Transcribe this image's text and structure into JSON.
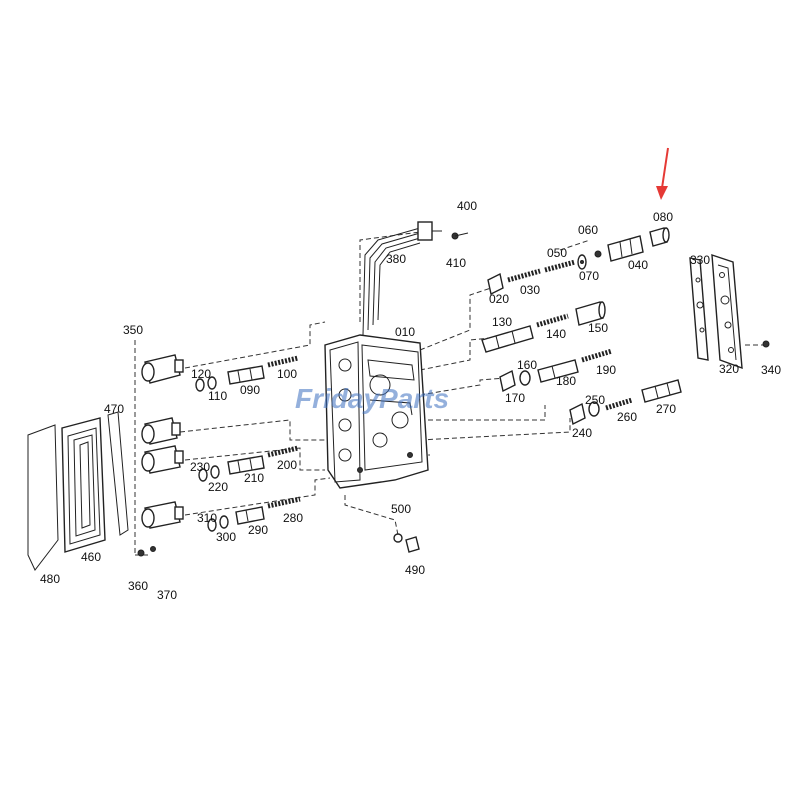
{
  "watermark": "FridayParts",
  "arrow_color": "#e53935",
  "watermark_color": "#3d6fc0",
  "labels": {
    "p010": "010",
    "p020": "020",
    "p030": "030",
    "p040": "040",
    "p050": "050",
    "p060": "060",
    "p070": "070",
    "p080": "080",
    "p090": "090",
    "p100": "100",
    "p110": "110",
    "p120": "120",
    "p130": "130",
    "p140": "140",
    "p150": "150",
    "p160": "160",
    "p170": "170",
    "p180": "180",
    "p190": "190",
    "p200": "200",
    "p210": "210",
    "p220": "220",
    "p230": "230",
    "p240": "240",
    "p250": "250",
    "p260": "260",
    "p270": "270",
    "p280": "280",
    "p290": "290",
    "p300": "300",
    "p310": "310",
    "p320": "320",
    "p330": "330",
    "p340": "340",
    "p350": "350",
    "p360": "360",
    "p370": "370",
    "p380": "380",
    "p400": "400",
    "p410": "410",
    "p460": "460",
    "p470": "470",
    "p480": "480",
    "p490": "490",
    "p500": "500"
  }
}
